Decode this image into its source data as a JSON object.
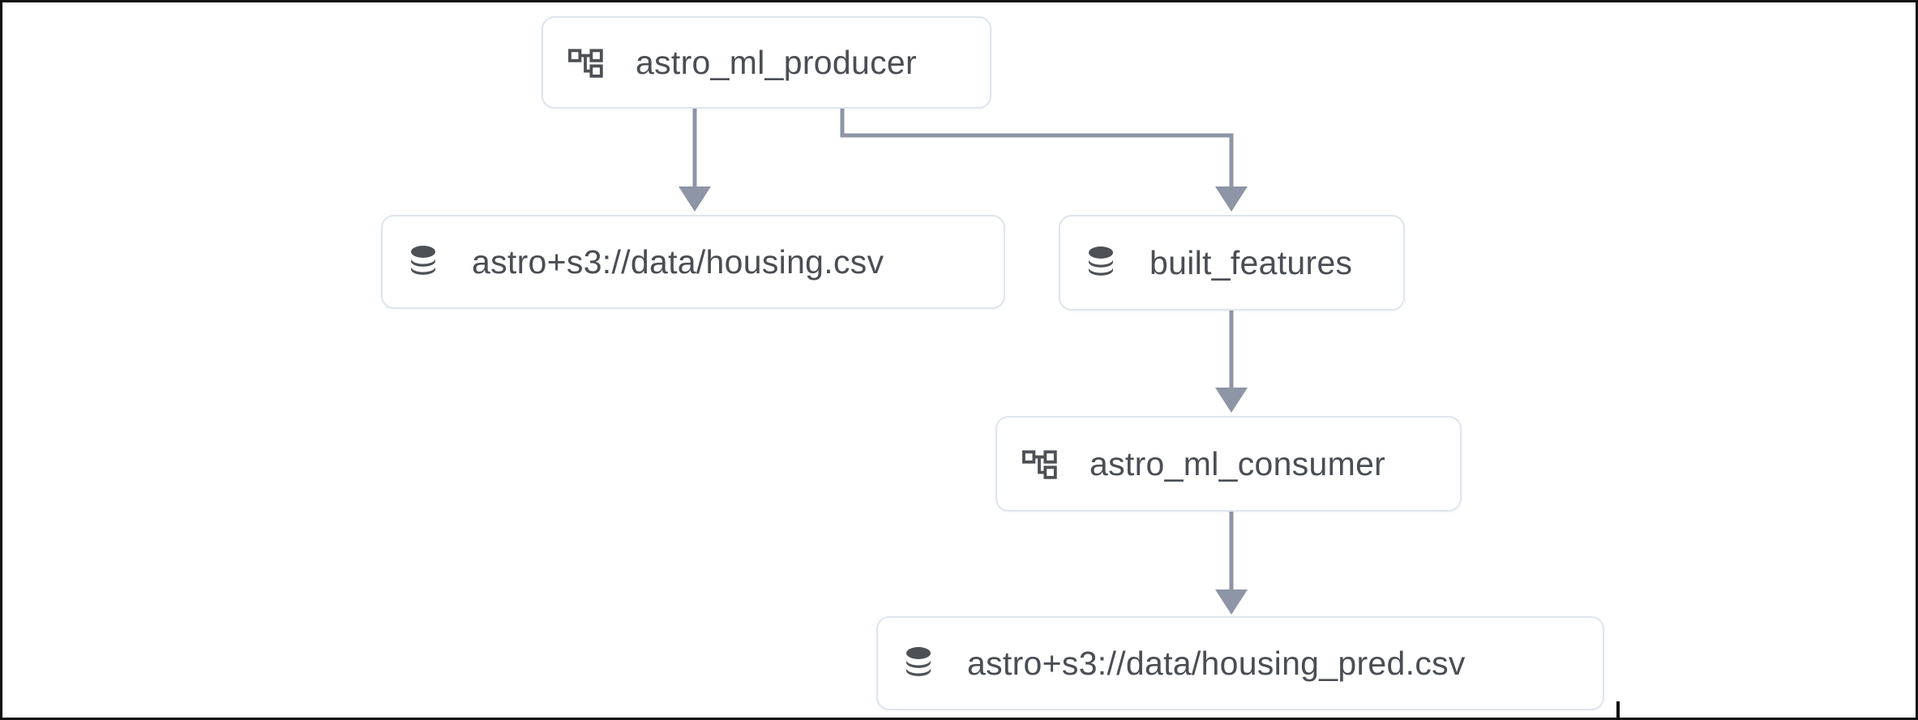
{
  "diagram": {
    "type": "dependency-graph",
    "nodes": [
      {
        "id": "astro_ml_producer",
        "kind": "dag",
        "icon": "dag-icon",
        "label": "astro_ml_producer"
      },
      {
        "id": "housing_csv",
        "kind": "dataset",
        "icon": "database-icon",
        "label": "astro+s3://data/housing.csv"
      },
      {
        "id": "built_features",
        "kind": "dataset",
        "icon": "database-icon",
        "label": "built_features"
      },
      {
        "id": "astro_ml_consumer",
        "kind": "dag",
        "icon": "dag-icon",
        "label": "astro_ml_consumer"
      },
      {
        "id": "housing_pred_csv",
        "kind": "dataset",
        "icon": "database-icon",
        "label": "astro+s3://data/housing_pred.csv"
      }
    ],
    "edges": [
      {
        "from": "astro_ml_producer",
        "to": "housing_csv"
      },
      {
        "from": "astro_ml_producer",
        "to": "built_features"
      },
      {
        "from": "built_features",
        "to": "astro_ml_consumer"
      },
      {
        "from": "astro_ml_consumer",
        "to": "housing_pred_csv"
      }
    ],
    "colors": {
      "node_border": "#dfe5ee",
      "node_background": "#ffffff",
      "label_text": "#4a4e54",
      "icon": "#4d5156",
      "edge": "#8d95a6",
      "canvas_background": "#ffffff",
      "frame_border": "#111111"
    }
  }
}
